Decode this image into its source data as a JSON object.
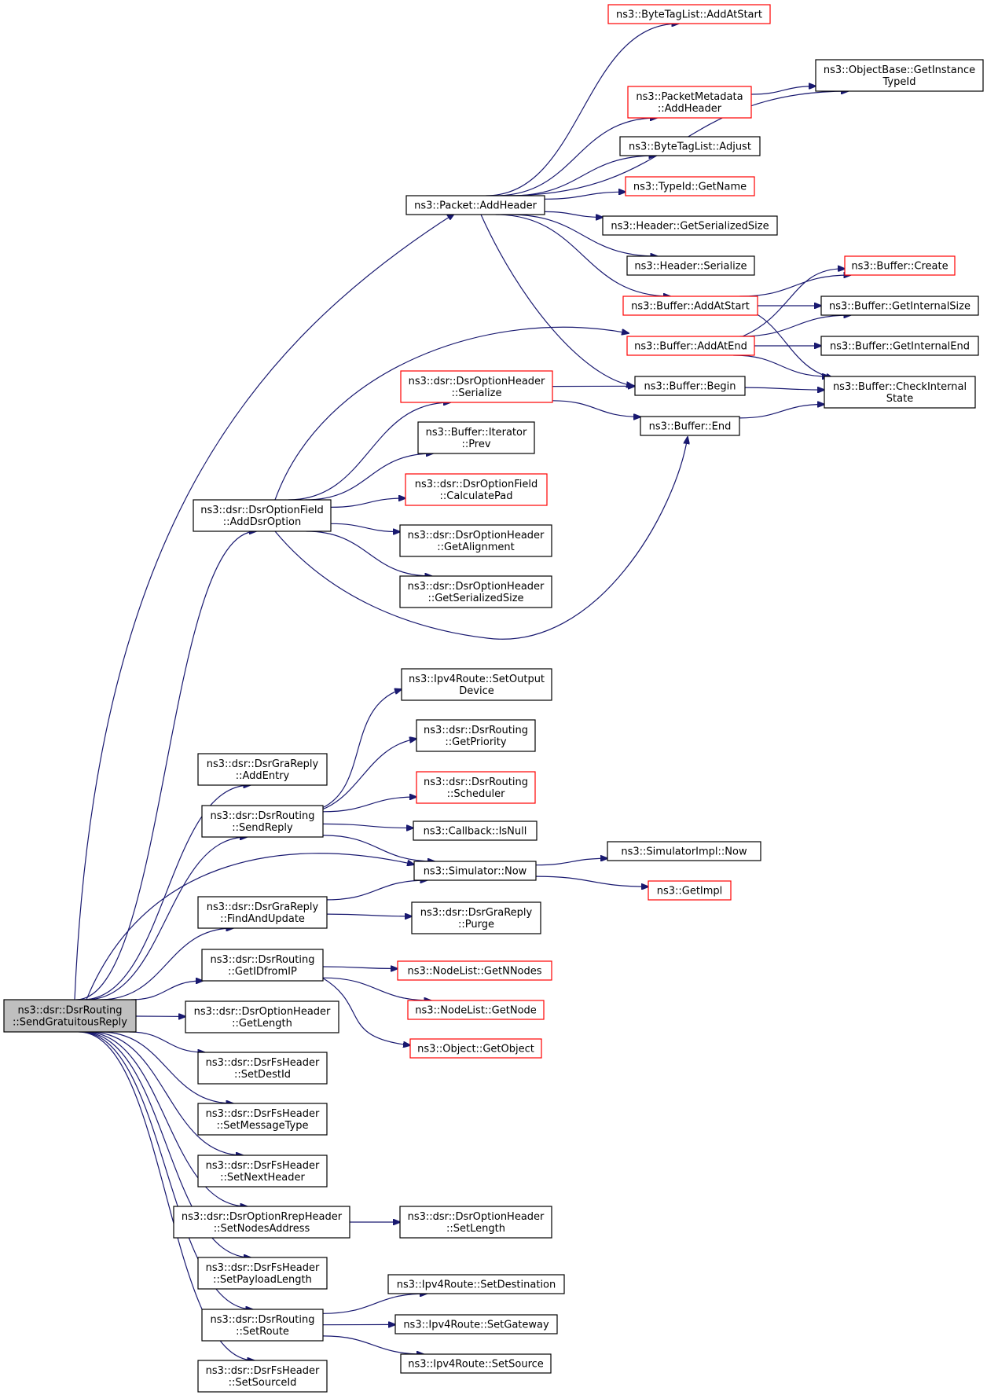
{
  "diagram": {
    "type": "call-graph",
    "colors": {
      "edge": "#191970",
      "normal_border": "#000000",
      "truncated_border": "#ff0000",
      "root_fill": "#bfbfbf"
    },
    "nodes": [
      {
        "id": "root",
        "lines": [
          "ns3::dsr::DsrRouting",
          "::SendGratuitousReply"
        ],
        "style": "root"
      },
      {
        "id": "pkt_addheader",
        "lines": [
          "ns3::Packet::AddHeader"
        ],
        "style": "normal"
      },
      {
        "id": "btl_addatstart",
        "lines": [
          "ns3::ByteTagList::AddAtStart"
        ],
        "style": "red"
      },
      {
        "id": "objbase_gettypeid",
        "lines": [
          "ns3::ObjectBase::GetInstance",
          "TypeId"
        ],
        "style": "normal"
      },
      {
        "id": "pm_addheader",
        "lines": [
          "ns3::PacketMetadata",
          "::AddHeader"
        ],
        "style": "red"
      },
      {
        "id": "btl_adjust",
        "lines": [
          "ns3::ByteTagList::Adjust"
        ],
        "style": "normal"
      },
      {
        "id": "typeid_getname",
        "lines": [
          "ns3::TypeId::GetName"
        ],
        "style": "red"
      },
      {
        "id": "hdr_getsersize",
        "lines": [
          "ns3::Header::GetSerializedSize"
        ],
        "style": "normal"
      },
      {
        "id": "hdr_serialize",
        "lines": [
          "ns3::Header::Serialize"
        ],
        "style": "normal"
      },
      {
        "id": "buf_create",
        "lines": [
          "ns3::Buffer::Create"
        ],
        "style": "red"
      },
      {
        "id": "buf_addatstart",
        "lines": [
          "ns3::Buffer::AddAtStart"
        ],
        "style": "red"
      },
      {
        "id": "buf_getinternalsize",
        "lines": [
          "ns3::Buffer::GetInternalSize"
        ],
        "style": "normal"
      },
      {
        "id": "buf_addatend",
        "lines": [
          "ns3::Buffer::AddAtEnd"
        ],
        "style": "red"
      },
      {
        "id": "buf_getinternalend",
        "lines": [
          "ns3::Buffer::GetInternalEnd"
        ],
        "style": "normal"
      },
      {
        "id": "dsroh_serialize",
        "lines": [
          "ns3::dsr::DsrOptionHeader",
          "::Serialize"
        ],
        "style": "red"
      },
      {
        "id": "buf_begin",
        "lines": [
          "ns3::Buffer::Begin"
        ],
        "style": "normal"
      },
      {
        "id": "buf_checkinternal",
        "lines": [
          "ns3::Buffer::CheckInternal",
          "State"
        ],
        "style": "normal"
      },
      {
        "id": "buf_end",
        "lines": [
          "ns3::Buffer::End"
        ],
        "style": "normal"
      },
      {
        "id": "bufit_prev",
        "lines": [
          "ns3::Buffer::Iterator",
          "::Prev"
        ],
        "style": "normal"
      },
      {
        "id": "dsrof_calcpad",
        "lines": [
          "ns3::dsr::DsrOptionField",
          "::CalculatePad"
        ],
        "style": "red"
      },
      {
        "id": "dsrof_adddsroption",
        "lines": [
          "ns3::dsr::DsrOptionField",
          "::AddDsrOption"
        ],
        "style": "normal"
      },
      {
        "id": "dsroh_getalign",
        "lines": [
          "ns3::dsr::DsrOptionHeader",
          "::GetAlignment"
        ],
        "style": "normal"
      },
      {
        "id": "dsroh_getsersize",
        "lines": [
          "ns3::dsr::DsrOptionHeader",
          "::GetSerializedSize"
        ],
        "style": "normal"
      },
      {
        "id": "ipv4r_setoutdev",
        "lines": [
          "ns3::Ipv4Route::SetOutput",
          "Device"
        ],
        "style": "normal"
      },
      {
        "id": "dsrr_getpriority",
        "lines": [
          "ns3::dsr::DsrRouting",
          "::GetPriority"
        ],
        "style": "normal"
      },
      {
        "id": "dsrgr_addentry",
        "lines": [
          "ns3::dsr::DsrGraReply",
          "::AddEntry"
        ],
        "style": "normal"
      },
      {
        "id": "dsrr_scheduler",
        "lines": [
          "ns3::dsr::DsrRouting",
          "::Scheduler"
        ],
        "style": "red"
      },
      {
        "id": "dsrr_sendreply",
        "lines": [
          "ns3::dsr::DsrRouting",
          "::SendReply"
        ],
        "style": "normal"
      },
      {
        "id": "cb_isnull",
        "lines": [
          "ns3::Callback::IsNull"
        ],
        "style": "normal"
      },
      {
        "id": "simimpl_now",
        "lines": [
          "ns3::SimulatorImpl::Now"
        ],
        "style": "normal"
      },
      {
        "id": "sim_now",
        "lines": [
          "ns3::Simulator::Now"
        ],
        "style": "normal"
      },
      {
        "id": "getimpl",
        "lines": [
          "ns3::GetImpl"
        ],
        "style": "red"
      },
      {
        "id": "dsrgr_findandupdate",
        "lines": [
          "ns3::dsr::DsrGraReply",
          "::FindAndUpdate"
        ],
        "style": "normal"
      },
      {
        "id": "dsrgr_purge",
        "lines": [
          "ns3::dsr::DsrGraReply",
          "::Purge"
        ],
        "style": "normal"
      },
      {
        "id": "nl_getnnodes",
        "lines": [
          "ns3::NodeList::GetNNodes"
        ],
        "style": "red"
      },
      {
        "id": "dsrr_getidfromip",
        "lines": [
          "ns3::dsr::DsrRouting",
          "::GetIDfromIP"
        ],
        "style": "normal"
      },
      {
        "id": "nl_getnode",
        "lines": [
          "ns3::NodeList::GetNode"
        ],
        "style": "red"
      },
      {
        "id": "dsroh_getlength",
        "lines": [
          "ns3::dsr::DsrOptionHeader",
          "::GetLength"
        ],
        "style": "normal"
      },
      {
        "id": "obj_getobject",
        "lines": [
          "ns3::Object::GetObject"
        ],
        "style": "red"
      },
      {
        "id": "dsrfs_setdestid",
        "lines": [
          "ns3::dsr::DsrFsHeader",
          "::SetDestId"
        ],
        "style": "normal"
      },
      {
        "id": "dsrfs_setmsgtype",
        "lines": [
          "ns3::dsr::DsrFsHeader",
          "::SetMessageType"
        ],
        "style": "normal"
      },
      {
        "id": "dsrfs_setnexthdr",
        "lines": [
          "ns3::dsr::DsrFsHeader",
          "::SetNextHeader"
        ],
        "style": "normal"
      },
      {
        "id": "dsrorep_setnodes",
        "lines": [
          "ns3::dsr::DsrOptionRrepHeader",
          "::SetNodesAddress"
        ],
        "style": "normal"
      },
      {
        "id": "dsroh_setlength",
        "lines": [
          "ns3::dsr::DsrOptionHeader",
          "::SetLength"
        ],
        "style": "normal"
      },
      {
        "id": "dsrfs_setpayload",
        "lines": [
          "ns3::dsr::DsrFsHeader",
          "::SetPayloadLength"
        ],
        "style": "normal"
      },
      {
        "id": "ipv4r_setdest",
        "lines": [
          "ns3::Ipv4Route::SetDestination"
        ],
        "style": "normal"
      },
      {
        "id": "dsrr_setroute",
        "lines": [
          "ns3::dsr::DsrRouting",
          "::SetRoute"
        ],
        "style": "normal"
      },
      {
        "id": "ipv4r_setgw",
        "lines": [
          "ns3::Ipv4Route::SetGateway"
        ],
        "style": "normal"
      },
      {
        "id": "ipv4r_setsrc",
        "lines": [
          "ns3::Ipv4Route::SetSource"
        ],
        "style": "normal"
      },
      {
        "id": "dsrfs_setsrcid",
        "lines": [
          "ns3::dsr::DsrFsHeader",
          "::SetSourceId"
        ],
        "style": "normal"
      }
    ],
    "edges": [
      [
        "root",
        "pkt_addheader"
      ],
      [
        "root",
        "dsrof_adddsroption"
      ],
      [
        "root",
        "dsrgr_addentry"
      ],
      [
        "root",
        "dsrr_sendreply"
      ],
      [
        "root",
        "sim_now"
      ],
      [
        "root",
        "dsrgr_findandupdate"
      ],
      [
        "root",
        "dsrr_getidfromip"
      ],
      [
        "root",
        "dsroh_getlength"
      ],
      [
        "root",
        "dsrfs_setdestid"
      ],
      [
        "root",
        "dsrfs_setmsgtype"
      ],
      [
        "root",
        "dsrfs_setnexthdr"
      ],
      [
        "root",
        "dsrorep_setnodes"
      ],
      [
        "root",
        "dsrfs_setpayload"
      ],
      [
        "root",
        "dsrr_setroute"
      ],
      [
        "root",
        "dsrfs_setsrcid"
      ],
      [
        "pkt_addheader",
        "btl_addatstart"
      ],
      [
        "pkt_addheader",
        "objbase_gettypeid"
      ],
      [
        "pkt_addheader",
        "pm_addheader"
      ],
      [
        "pkt_addheader",
        "btl_adjust"
      ],
      [
        "pkt_addheader",
        "typeid_getname"
      ],
      [
        "pkt_addheader",
        "hdr_getsersize"
      ],
      [
        "pkt_addheader",
        "hdr_serialize"
      ],
      [
        "pkt_addheader",
        "buf_addatstart"
      ],
      [
        "pkt_addheader",
        "buf_begin"
      ],
      [
        "pm_addheader",
        "objbase_gettypeid"
      ],
      [
        "buf_addatstart",
        "buf_create"
      ],
      [
        "buf_addatstart",
        "buf_getinternalsize"
      ],
      [
        "buf_addatstart",
        "buf_checkinternal"
      ],
      [
        "buf_addatend",
        "buf_create"
      ],
      [
        "buf_addatend",
        "buf_getinternalsize"
      ],
      [
        "buf_addatend",
        "buf_getinternalend"
      ],
      [
        "buf_addatend",
        "buf_checkinternal"
      ],
      [
        "buf_begin",
        "buf_checkinternal"
      ],
      [
        "buf_end",
        "buf_checkinternal"
      ],
      [
        "dsroh_serialize",
        "buf_begin"
      ],
      [
        "dsroh_serialize",
        "buf_end"
      ],
      [
        "dsrof_adddsroption",
        "buf_addatend"
      ],
      [
        "dsrof_adddsroption",
        "dsroh_serialize"
      ],
      [
        "dsrof_adddsroption",
        "bufit_prev"
      ],
      [
        "dsrof_adddsroption",
        "dsrof_calcpad"
      ],
      [
        "dsrof_adddsroption",
        "dsroh_getalign"
      ],
      [
        "dsrof_adddsroption",
        "dsroh_getsersize"
      ],
      [
        "dsrof_adddsroption",
        "buf_end"
      ],
      [
        "dsrr_sendreply",
        "ipv4r_setoutdev"
      ],
      [
        "dsrr_sendreply",
        "dsrr_getpriority"
      ],
      [
        "dsrr_sendreply",
        "dsrr_scheduler"
      ],
      [
        "dsrr_sendreply",
        "cb_isnull"
      ],
      [
        "dsrr_sendreply",
        "sim_now"
      ],
      [
        "sim_now",
        "simimpl_now"
      ],
      [
        "sim_now",
        "getimpl"
      ],
      [
        "dsrgr_findandupdate",
        "sim_now"
      ],
      [
        "dsrgr_findandupdate",
        "dsrgr_purge"
      ],
      [
        "dsrr_getidfromip",
        "nl_getnnodes"
      ],
      [
        "dsrr_getidfromip",
        "nl_getnode"
      ],
      [
        "dsrr_getidfromip",
        "obj_getobject"
      ],
      [
        "dsrorep_setnodes",
        "dsroh_setlength"
      ],
      [
        "dsrr_setroute",
        "ipv4r_setdest"
      ],
      [
        "dsrr_setroute",
        "ipv4r_setgw"
      ],
      [
        "dsrr_setroute",
        "ipv4r_setsrc"
      ]
    ]
  }
}
